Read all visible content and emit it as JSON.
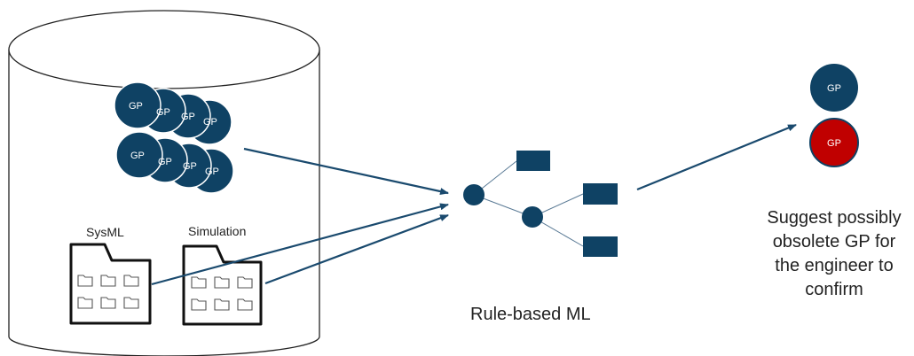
{
  "colors": {
    "navy": "#0f4264",
    "red": "#c00000",
    "arrow": "#1a4a6e",
    "outline": "#222222"
  },
  "gp_label": "GP",
  "folders": {
    "sysml_label": "SysML",
    "simulation_label": "Simulation"
  },
  "ml": {
    "caption": "Rule-based ML"
  },
  "output": {
    "gp_top_label": "GP",
    "gp_bottom_label": "GP",
    "suggestion_lines": [
      "Suggest possibly",
      "obsolete GP for",
      "the engineer to",
      "confirm"
    ]
  },
  "icons": {
    "database": "database-cylinder-icon",
    "folder": "folder-icon",
    "decision_tree": "decision-tree-icon"
  }
}
